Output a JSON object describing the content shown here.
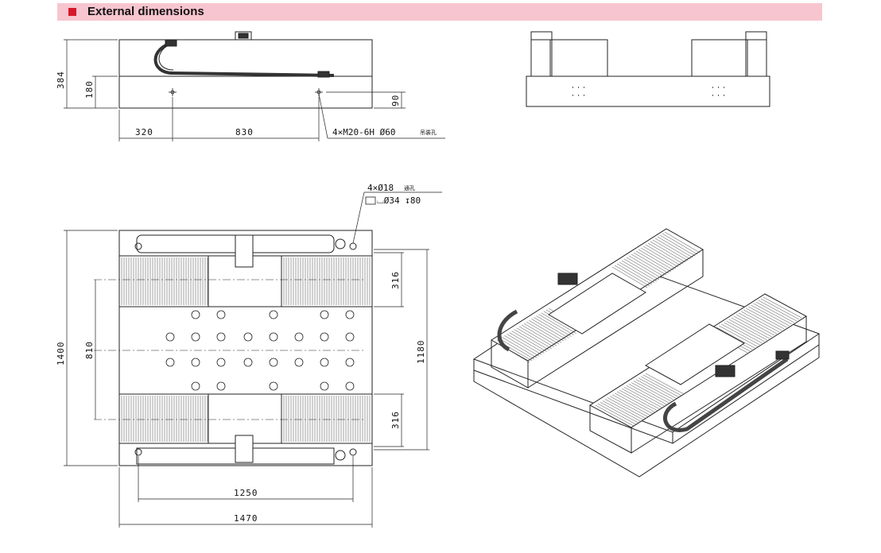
{
  "header": {
    "title": "External dimensions",
    "accent_color": "#d6182a",
    "band_color": "#f7c5cf"
  },
  "side_view": {
    "dim_height_total": "384",
    "dim_height_base": "180",
    "dim_hole_height": "90",
    "dim_offset_left": "320",
    "dim_hole_spacing": "830",
    "note_lift_holes": "4×M20-6H  Ø60",
    "note_lift_holes_cn": "吊装孔"
  },
  "top_view": {
    "note_through_holes": "4×Ø18",
    "note_through_holes_cn": "通孔",
    "note_counterbore": "⌴Ø34 ↧80",
    "dim_total_depth": "1400",
    "dim_axis_spacing": "810",
    "dim_inner_depth": "1180",
    "dim_rail_upper": "316",
    "dim_rail_lower": "316",
    "dim_hole_span": "1250",
    "dim_total_width": "1470"
  },
  "icons": [
    "header-marker-icon"
  ]
}
